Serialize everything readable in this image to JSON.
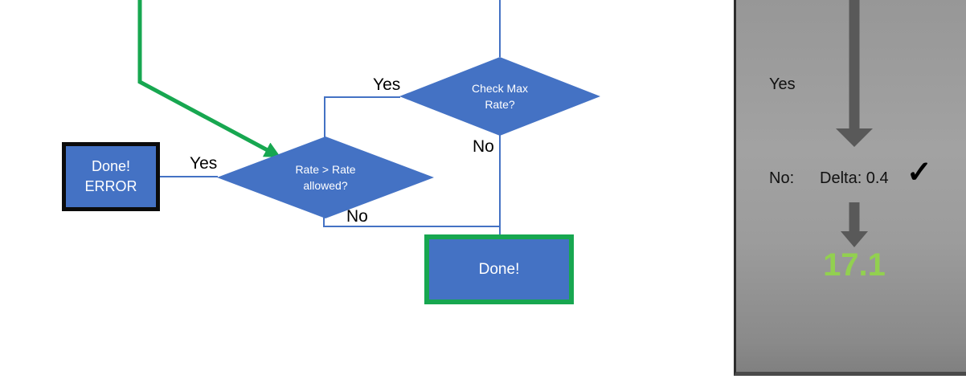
{
  "flowchart": {
    "check_max_diamond": {
      "label": "Check Max Rate?",
      "yes_label": "Yes",
      "no_label": "No"
    },
    "rate_diamond": {
      "label": "Rate > Rate allowed?",
      "yes_label": "Yes",
      "no_label": "No"
    },
    "done_error_box": {
      "line1": "Done!",
      "line2": "ERROR"
    },
    "done_box": {
      "label": "Done!"
    }
  },
  "panel": {
    "yes_label": "Yes",
    "no_label": "No:",
    "delta_label": "Delta: 0.4",
    "check_icon": "✓",
    "result_value": "17.1"
  },
  "colors": {
    "node_blue": "#4472C4",
    "connector_blue": "#4472C4",
    "accent_green": "#17A750",
    "result_green": "#92D050",
    "arrow_gray": "#595959",
    "box_border_black": "#0B0B0B",
    "panel_gray": "#9A9A9A"
  }
}
